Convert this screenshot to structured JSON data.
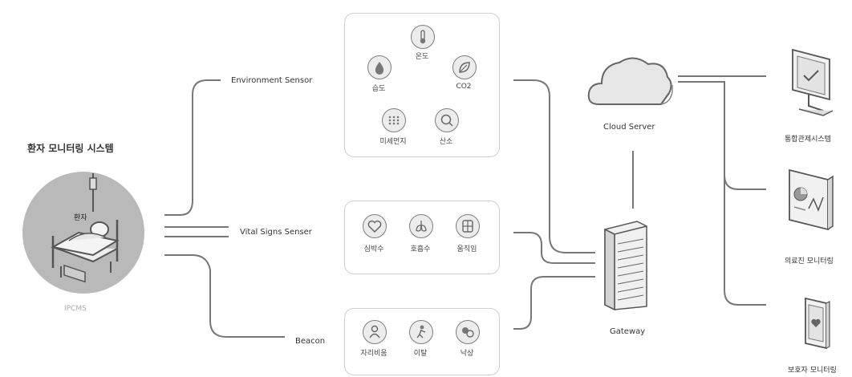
{
  "system": {
    "title": "환자 모니터링 시스템",
    "patient_label": "환자",
    "caption": "IPCMS"
  },
  "sensors": {
    "environment": {
      "label": "Environment Sensor",
      "items": [
        "온도",
        "습도",
        "CO2",
        "미세먼지",
        "산소"
      ]
    },
    "vital": {
      "label": "Vital Signs Senser",
      "items": [
        "심박수",
        "호흡수",
        "움직임"
      ]
    },
    "beacon": {
      "label": "Beacon",
      "items": [
        "자리비움",
        "이탈",
        "낙상"
      ]
    }
  },
  "cloud": {
    "label": "Cloud Server"
  },
  "gateway": {
    "label": "Gateway"
  },
  "outputs": [
    "통합관제시스템",
    "의료진 모니터링",
    "보호자 모니터링"
  ],
  "colors": {
    "line": "#777777",
    "icon_fill": "#e9e9e9",
    "box_border": "#cfcfcf"
  }
}
